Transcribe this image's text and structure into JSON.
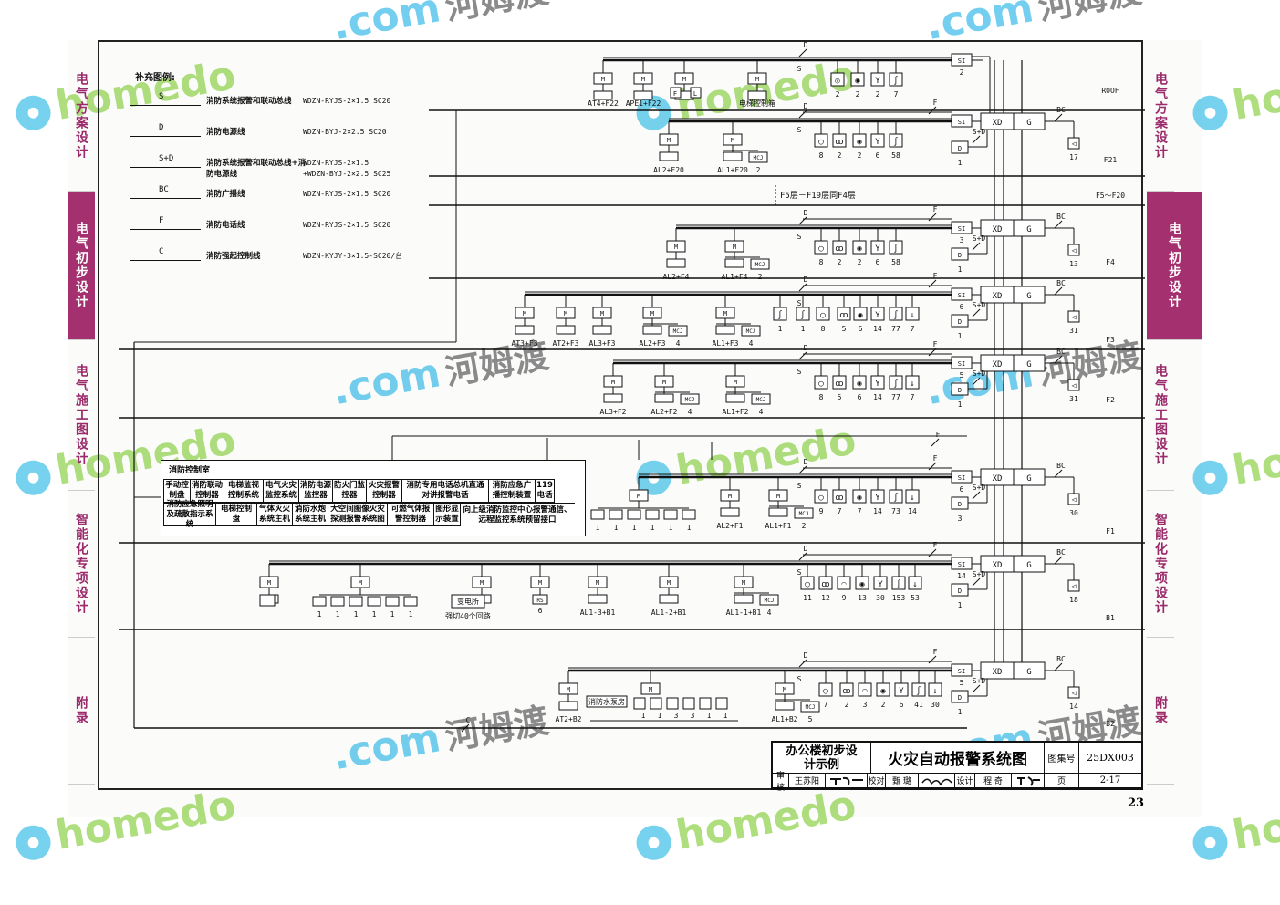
{
  "side_tabs": [
    {
      "label": "电气方案设计",
      "active": false
    },
    {
      "label": "电气初步设计",
      "active": true
    },
    {
      "label": "电气施工图设计",
      "active": false
    },
    {
      "label": "智能化专项设计",
      "active": false
    },
    {
      "label": "附录",
      "active": false
    }
  ],
  "legend": {
    "title": "补充图例:",
    "items": [
      {
        "code": "S",
        "name": "消防系统报警和联动总线",
        "spec": "WDZN-RYJS-2×1.5 SC20"
      },
      {
        "code": "D",
        "name": "消防电源线",
        "spec": "WDZN-BYJ-2×2.5 SC20"
      },
      {
        "code": "S+D",
        "name": "消防系统报警和联动总线+消防电源线",
        "spec": "WDZN-RYJS-2×1.5\n+WDZN-BYJ-2×2.5 SC25"
      },
      {
        "code": "BC",
        "name": "消防广播线",
        "spec": "WDZN-RYJS-2×1.5 SC20"
      },
      {
        "code": "F",
        "name": "消防电话线",
        "spec": "WDZN-RYJS-2×1.5 SC20"
      },
      {
        "code": "C",
        "name": "消防强起控制线",
        "spec": "WDZN-KYJY-3×1.5-SC20/台"
      }
    ]
  },
  "labels": {
    "module": "M",
    "mcj": "MCJ",
    "si": "SI",
    "xd": "XD",
    "g": "G",
    "d": "D",
    "bus_s": "S",
    "bus_d": "D",
    "bus_f": "F",
    "bus_bc": "BC",
    "bus_sd": "S+D",
    "bus_c": "C",
    "elevator_box": "电梯控制箱",
    "roof_f": "F",
    "roof_l": "L",
    "f5_f20_note": "F5层－F19层同F4层",
    "substation": "变电所",
    "substation_note": "强切40个回路",
    "rs": "RS",
    "pump_room": "消防水泵房"
  },
  "floors": [
    {
      "label": "ROOF",
      "modules": [
        {
          "label": "AT4+F22"
        },
        {
          "label": "APE1+F22"
        },
        {
          "label": ""
        },
        {
          "label": ""
        }
      ],
      "devices": [
        {
          "icon": "smoke-heat-detector",
          "count": "2"
        },
        {
          "icon": "manual-alarm",
          "count": "2"
        },
        {
          "icon": "hydrant-button",
          "count": "2"
        },
        {
          "icon": "flow-signal",
          "count": "7"
        }
      ],
      "si_count": "2"
    },
    {
      "label": "F21",
      "modules": [
        {
          "label": "AL2+F20"
        },
        {
          "label": "AL1+F20",
          "mcj": "2"
        }
      ],
      "devices": [
        {
          "icon": "smoke-detector",
          "count": "8"
        },
        {
          "icon": "heat-detector",
          "count": "2"
        },
        {
          "icon": "manual-alarm",
          "count": "2"
        },
        {
          "icon": "hydrant-button",
          "count": "6"
        },
        {
          "icon": "flow-signal",
          "count": "58"
        }
      ],
      "si_count": "",
      "d_count": "1",
      "speaker_count": "17"
    },
    {
      "label": "F5～F20"
    },
    {
      "label": "F4",
      "modules": [
        {
          "label": "AL2+F4"
        },
        {
          "label": "AL1+F4",
          "mcj": "2"
        }
      ],
      "devices": [
        {
          "icon": "smoke-detector",
          "count": "8"
        },
        {
          "icon": "heat-detector",
          "count": "2"
        },
        {
          "icon": "manual-alarm",
          "count": "2"
        },
        {
          "icon": "hydrant-button",
          "count": "6"
        },
        {
          "icon": "flow-signal",
          "count": "58"
        }
      ],
      "si_count": "3",
      "d_count": "1",
      "speaker_count": "13"
    },
    {
      "label": "F3",
      "modules": [
        {
          "label": "AT3+F3"
        },
        {
          "label": "AT2+F3"
        },
        {
          "label": "AL3+F3"
        },
        {
          "label": "AL2+F3",
          "mcj": "4"
        },
        {
          "label": "AL1+F3",
          "mcj": "4"
        }
      ],
      "devices": [
        {
          "icon": "fire-damper",
          "count": "1"
        },
        {
          "icon": "fire-damper",
          "count": "1"
        },
        {
          "icon": "smoke-detector",
          "count": "8"
        },
        {
          "icon": "heat-detector",
          "count": "5"
        },
        {
          "icon": "manual-alarm",
          "count": "6"
        },
        {
          "icon": "hydrant-button",
          "count": "14"
        },
        {
          "icon": "flow-signal",
          "count": "77"
        },
        {
          "icon": "input-module",
          "count": "7"
        }
      ],
      "si_count": "6",
      "d_count": "1",
      "speaker_count": "31"
    },
    {
      "label": "F2",
      "modules": [
        {
          "label": "AL3+F2"
        },
        {
          "label": "AL2+F2",
          "mcj": "4"
        },
        {
          "label": "AL1+F2",
          "mcj": "4"
        }
      ],
      "devices": [
        {
          "icon": "smoke-detector",
          "count": "8"
        },
        {
          "icon": "heat-detector",
          "count": "5"
        },
        {
          "icon": "manual-alarm",
          "count": "6"
        },
        {
          "icon": "hydrant-button",
          "count": "14"
        },
        {
          "icon": "flow-signal",
          "count": "77"
        },
        {
          "icon": "input-module",
          "count": "7"
        }
      ],
      "si_count": "5",
      "d_count": "1",
      "speaker_count": "31"
    },
    {
      "label": "F1",
      "modules": [
        {
          "label": "",
          "group": [
            "1",
            "1",
            "1",
            "1",
            "1",
            "1"
          ]
        },
        {
          "label": "AL2+F1"
        },
        {
          "label": "AL1+F1",
          "mcj": "2"
        }
      ],
      "devices": [
        {
          "icon": "smoke-detector",
          "count": "9"
        },
        {
          "icon": "heat-detector",
          "count": "7"
        },
        {
          "icon": "manual-alarm",
          "count": "7"
        },
        {
          "icon": "hydrant-button",
          "count": "14"
        },
        {
          "icon": "flow-signal",
          "count": "73"
        },
        {
          "icon": "input-module",
          "count": "14"
        }
      ],
      "si_count": "6",
      "d_count": "3",
      "speaker_count": "30"
    },
    {
      "label": "B1",
      "modules": [
        {
          "label": ""
        },
        {
          "label": "",
          "group": [
            "1",
            "1",
            "1",
            "1",
            "1",
            "1"
          ]
        },
        {
          "label": ""
        },
        {
          "label": "",
          "count": "6"
        },
        {
          "label": "AL1-3+B1"
        },
        {
          "label": "AL1-2+B1"
        },
        {
          "label": "AL1-1+B1",
          "mcj": "4"
        }
      ],
      "devices": [
        {
          "icon": "smoke-detector",
          "count": "11"
        },
        {
          "icon": "heat-detector",
          "count": "12"
        },
        {
          "icon": "gas-detector",
          "count": "9"
        },
        {
          "icon": "manual-alarm",
          "count": "13"
        },
        {
          "icon": "hydrant-button",
          "count": "30"
        },
        {
          "icon": "flow-signal",
          "count": "153"
        },
        {
          "icon": "input-module",
          "count": "53"
        }
      ],
      "si_count": "14",
      "d_count": "1",
      "speaker_count": "18"
    },
    {
      "label": "B2",
      "modules": [
        {
          "label": "AT2+B2"
        },
        {
          "label": "",
          "pump": [
            "1",
            "1",
            "3",
            "3",
            "1",
            "1"
          ]
        },
        {
          "label": "AL1+B2",
          "mcj": "5"
        }
      ],
      "devices": [
        {
          "icon": "smoke-detector",
          "count": "7"
        },
        {
          "icon": "heat-detector",
          "count": "2"
        },
        {
          "icon": "gas-detector",
          "count": "3"
        },
        {
          "icon": "manual-alarm",
          "count": "2"
        },
        {
          "icon": "hydrant-button",
          "count": "6"
        },
        {
          "icon": "flow-signal",
          "count": "41"
        },
        {
          "icon": "input-module",
          "count": "30"
        }
      ],
      "si_count": "5",
      "d_count": "1",
      "speaker_count": "14"
    }
  ],
  "control_room": {
    "title": "消防控制室",
    "row1": [
      "手动控制盘",
      "消防联动控制器",
      "电梯监视控制系统",
      "电气火灾监控系统",
      "消防电源监控器",
      "防火门监控器",
      "火灾报警控制器",
      "消防专用电话总机直通对讲报警电话",
      "消防应急广播控制装置",
      "119电话"
    ],
    "row2": [
      "消防应急照明及疏散指示系统",
      "电梯控制盘",
      "气体灭火系统主机",
      "消防水炮系统主机",
      "大空间图像火灾探测报警系统图",
      "可燃气体报警控制器",
      "图形显示装置"
    ],
    "remote_note": "向上级消防监控中心报警通信、远程监控系统预留接口"
  },
  "title_block": {
    "project": "办公楼初步设计示例",
    "drawing_title": "火灾自动报警系统图",
    "atlas_label": "图集号",
    "atlas_no": "25DX003",
    "review_label": "审核",
    "reviewer": "王苏阳",
    "check_label": "校对",
    "checker": "甄 璐",
    "design_label": "设计",
    "designer": "程 奇",
    "page_label": "页",
    "page_no": "2-17"
  },
  "page_number": "23",
  "watermark": {
    "latin": "homedo",
    "domain": ".com",
    "cn": "河姆渡"
  }
}
